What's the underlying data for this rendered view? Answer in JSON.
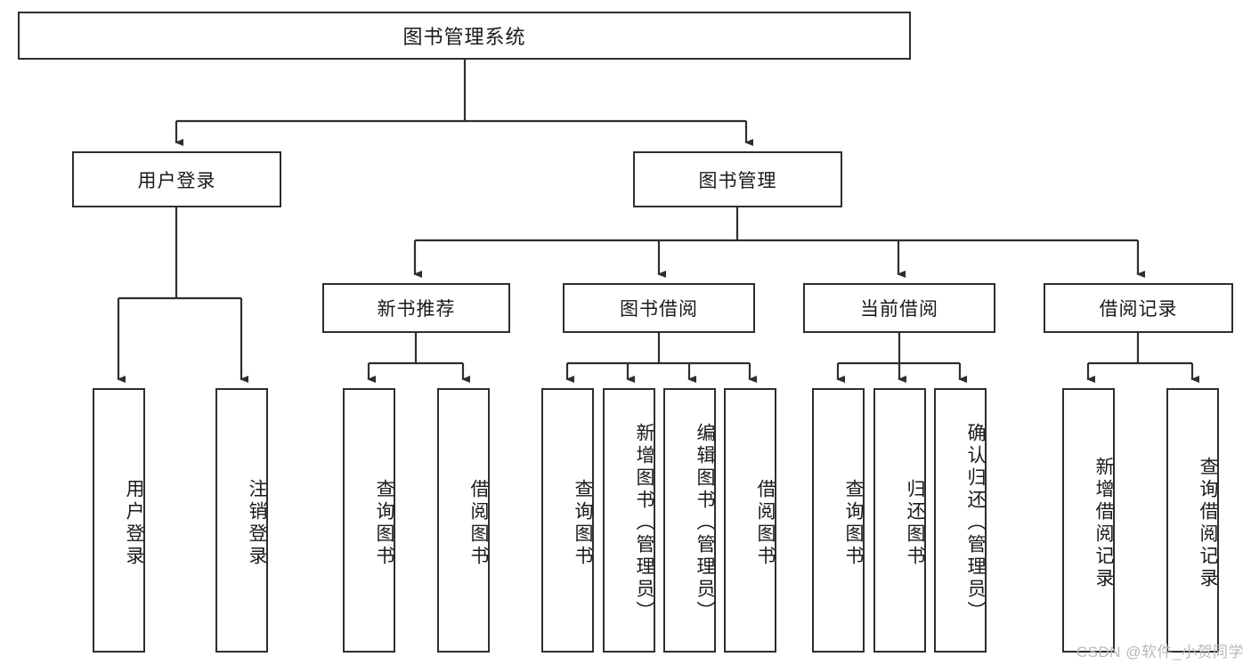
{
  "diagram": {
    "type": "tree",
    "title": "图书管理系统",
    "root": {
      "label": "图书管理系统"
    },
    "level2": [
      {
        "label": "用户登录"
      },
      {
        "label": "图书管理"
      }
    ],
    "level3": [
      {
        "label": "新书推荐"
      },
      {
        "label": "图书借阅"
      },
      {
        "label": "当前借阅"
      },
      {
        "label": "借阅记录"
      }
    ],
    "leaves": {
      "user_login": [
        {
          "label": "用户登录"
        },
        {
          "label": "注销登录"
        }
      ],
      "new_book_recommend": [
        {
          "label": "查询图书"
        },
        {
          "label": "借阅图书"
        }
      ],
      "book_borrow": [
        {
          "label": "查询图书"
        },
        {
          "label": "新增图书（管理员）"
        },
        {
          "label": "编辑图书（管理员）"
        },
        {
          "label": "借阅图书"
        }
      ],
      "current_borrow": [
        {
          "label": "查询图书"
        },
        {
          "label": "归还图书"
        },
        {
          "label": "确认归还（管理员）"
        }
      ],
      "borrow_record": [
        {
          "label": "新增借阅记录"
        },
        {
          "label": "查询借阅记录"
        }
      ]
    }
  },
  "watermark": {
    "text": "CSDN @软件_小贺同学"
  },
  "colors": {
    "stroke": "#2e2e2e",
    "text": "#1a1a1a",
    "background": "#ffffff",
    "watermark": "#b9b9b9"
  }
}
